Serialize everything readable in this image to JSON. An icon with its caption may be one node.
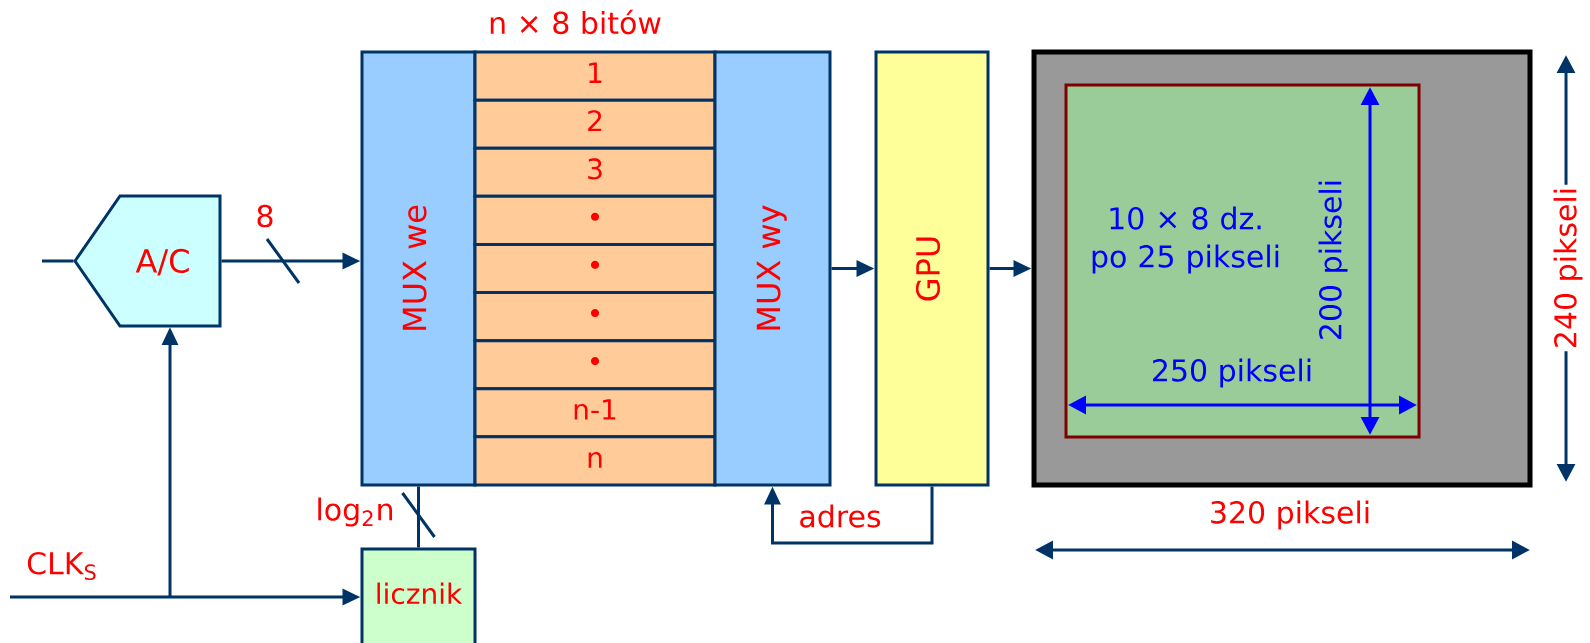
{
  "diagram": {
    "nodes": [
      {
        "text": [
          "A/C"
        ]
      },
      {
        "text": [
          "MUX we"
        ]
      },
      {
        "text": [
          "1"
        ]
      },
      {
        "text": [
          "2"
        ]
      },
      {
        "text": [
          "3"
        ]
      },
      {
        "text": [
          "•"
        ]
      },
      {
        "text": [
          "•"
        ]
      },
      {
        "text": [
          "•"
        ]
      },
      {
        "text": [
          "•"
        ]
      },
      {
        "text": [
          "n-1"
        ]
      },
      {
        "text": [
          "n"
        ]
      },
      {
        "text": [
          "MUX wy"
        ]
      },
      {
        "text": [
          "GPU"
        ]
      },
      {
        "text": [],
        "shape": "box"
      },
      {
        "text": [
          "10 × 8 dz. po 25 pikseli"
        ],
        "in": 13
      },
      {
        "text": [
          "licznik"
        ]
      }
    ],
    "edges": [
      {
        "from": null,
        "to": 0,
        "arrow": "none"
      },
      {
        "from": 0,
        "to": 1,
        "arrow": "to",
        "label": "8"
      },
      {
        "from": 11,
        "to": 12,
        "arrow": "to"
      },
      {
        "from": 12,
        "to": 13,
        "arrow": "to"
      },
      {
        "from": 12,
        "to": 11,
        "arrow": "to",
        "label": "adres"
      },
      {
        "from": null,
        "to": 15,
        "arrow": "to",
        "label": "CLK$_{S}$"
      },
      {
        "from": null,
        "to": 0,
        "arrow": "to"
      },
      {
        "from": 15,
        "to": 1,
        "arrow": "none",
        "label": "log$_{2}$n"
      }
    ],
    "labels": [
      "n × 8 bitów",
      "200 pikseli",
      "240 pikseli",
      "250 pikseli",
      "320 pikseli"
    ]
  }
}
